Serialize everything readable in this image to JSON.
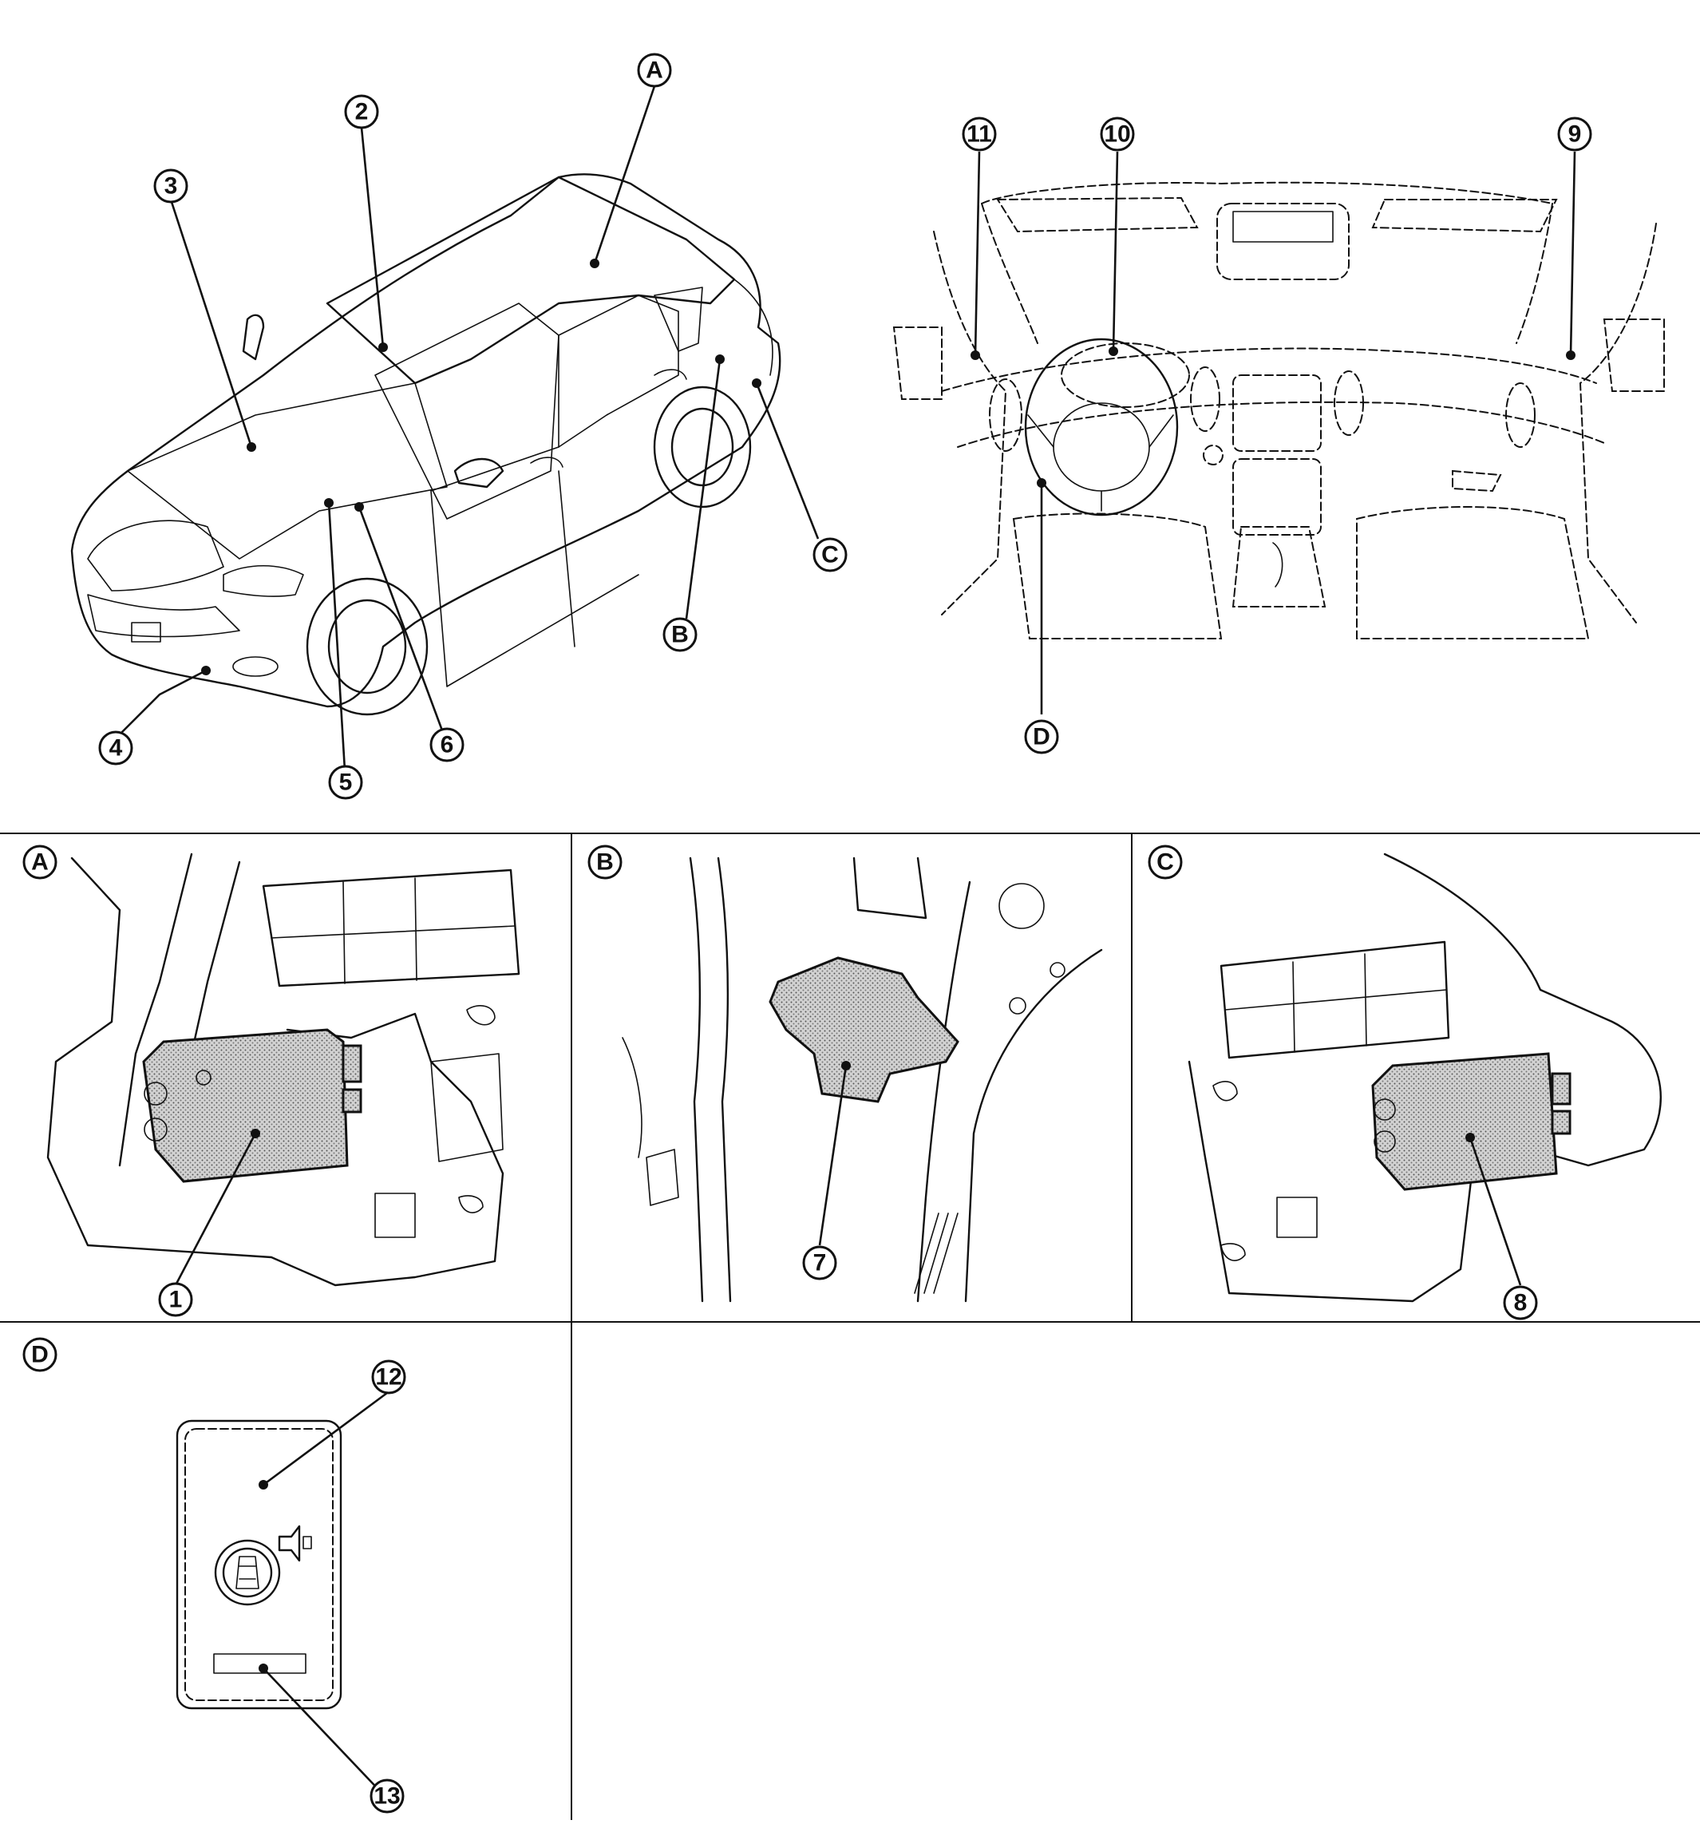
{
  "figure": {
    "part_numbers": [
      "1",
      "2",
      "3",
      "4",
      "5",
      "6",
      "7",
      "8",
      "9",
      "10",
      "11",
      "12",
      "13"
    ],
    "view_letters": [
      "A",
      "B",
      "C",
      "D"
    ]
  },
  "panels": {
    "a": {
      "letter": "A",
      "callouts": [
        "1"
      ]
    },
    "b": {
      "letter": "B",
      "callouts": [
        "7"
      ]
    },
    "c": {
      "letter": "C",
      "callouts": [
        "8"
      ]
    },
    "d": {
      "letter": "D",
      "callouts": [
        "12",
        "13"
      ]
    }
  },
  "icons": {
    "exterior": "vehicle-exterior-icon",
    "interior": "vehicle-interior-icon",
    "switch": "approach-switch-icon",
    "speaker": "speaker-icon"
  },
  "colors": {
    "line": "#111111",
    "background": "#ffffff"
  }
}
